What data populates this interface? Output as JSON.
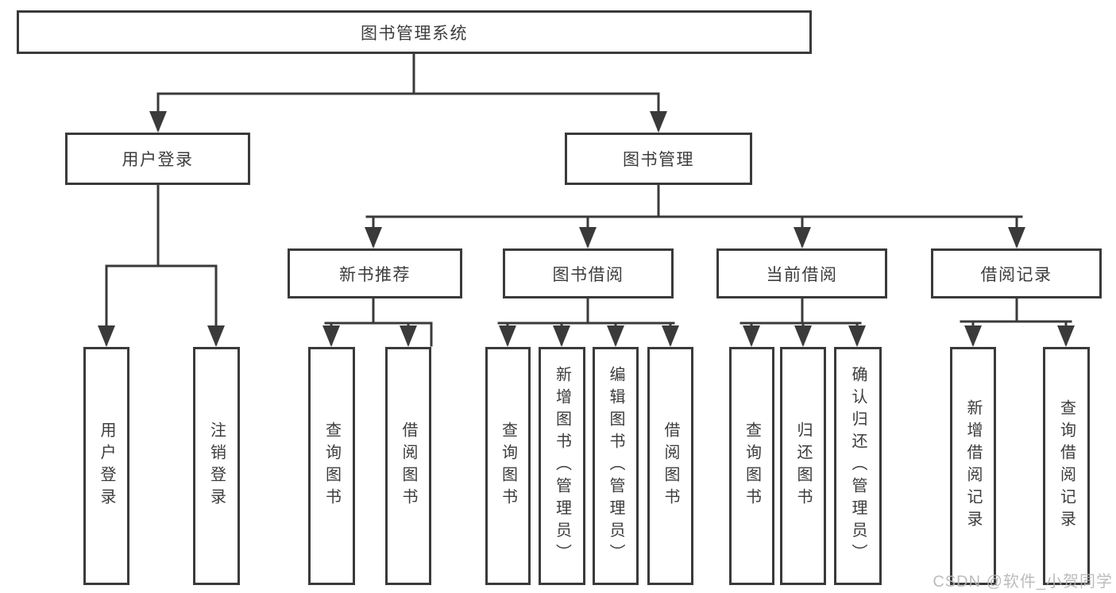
{
  "diagram": {
    "type": "hierarchy-flowchart",
    "watermark": "CSDN @软件_小贺同学",
    "colors": {
      "line": "#3a3a3a",
      "text": "#3c3c3c",
      "watermark": "#b5b5b5",
      "background": "#ffffff"
    },
    "tree": {
      "label": "图书管理系统",
      "children": [
        {
          "label": "用户登录",
          "children": [
            {
              "label": "用户登录"
            },
            {
              "label": "注销登录"
            }
          ]
        },
        {
          "label": "图书管理",
          "children": [
            {
              "label": "新书推荐",
              "children": [
                {
                  "label": "查询图书"
                },
                {
                  "label": "借阅图书"
                }
              ]
            },
            {
              "label": "图书借阅",
              "children": [
                {
                  "label": "查询图书"
                },
                {
                  "label": "新增图书（管理员）"
                },
                {
                  "label": "编辑图书（管理员）"
                },
                {
                  "label": "借阅图书"
                }
              ]
            },
            {
              "label": "当前借阅",
              "children": [
                {
                  "label": "查询图书"
                },
                {
                  "label": "归还图书"
                },
                {
                  "label": "确认归还（管理员）"
                }
              ]
            },
            {
              "label": "借阅记录",
              "children": [
                {
                  "label": "新增借阅记录"
                },
                {
                  "label": "查询借阅记录"
                }
              ]
            }
          ]
        }
      ]
    }
  }
}
